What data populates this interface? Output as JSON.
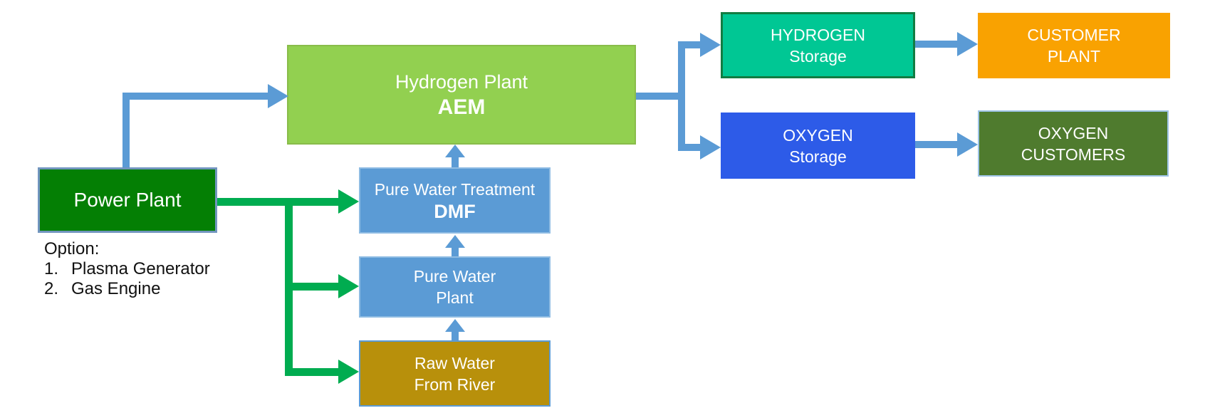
{
  "diagram": {
    "boxes": {
      "power_plant": {
        "label": "Power Plant",
        "fill": "#047F04"
      },
      "hydrogen_plant": {
        "line1": "Hydrogen Plant",
        "line2": "AEM",
        "fill": "#92D050"
      },
      "pure_water_treatment": {
        "line1": "Pure Water Treatment",
        "line2": "DMF",
        "fill": "#5B9BD5"
      },
      "pure_water_plant": {
        "line1": "Pure Water",
        "line2": "Plant",
        "fill": "#5B9BD5"
      },
      "raw_water": {
        "line1": "Raw Water",
        "line2": "From River",
        "fill": "#B8900B"
      },
      "hydrogen_storage": {
        "line1": "HYDROGEN",
        "line2": "Storage",
        "fill": "#00C794"
      },
      "customer_plant": {
        "line1": "CUSTOMER",
        "line2": "PLANT",
        "fill": "#F9A201"
      },
      "oxygen_storage": {
        "line1": "OXYGEN",
        "line2": "Storage",
        "fill": "#2D5BE8"
      },
      "oxygen_customers": {
        "line1": "OXYGEN",
        "line2": "CUSTOMERS",
        "fill": "#4F7B2E"
      }
    },
    "option_note": {
      "title": "Option:",
      "items": [
        {
          "num": "1.",
          "text": "Plasma Generator"
        },
        {
          "num": "2.",
          "text": "Gas Engine"
        }
      ]
    },
    "arrow_colors": {
      "blue_flow": "#5B9BD5",
      "green_flow": "#00AC50"
    }
  }
}
